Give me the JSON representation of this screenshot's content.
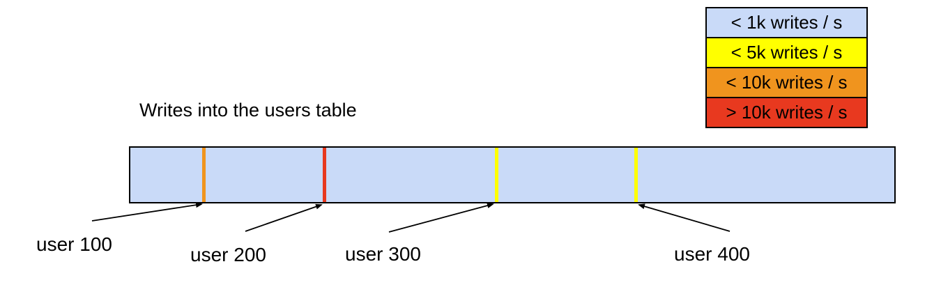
{
  "title": "Writes into the users table",
  "legend": {
    "items": [
      {
        "label": "< 1k writes / s",
        "color": "#c9daf8"
      },
      {
        "label": "< 5k writes / s",
        "color": "#ffff00"
      },
      {
        "label": "< 10k writes / s",
        "color": "#f0941e"
      },
      {
        "label": "> 10k writes / s",
        "color": "#e8391f"
      }
    ]
  },
  "bar": {
    "fill": "#c9daf8",
    "border_color": "#000000"
  },
  "markers": [
    {
      "user": "user 100",
      "rate_class": "< 10k writes / s",
      "color": "#f0941e",
      "left": "9.4%"
    },
    {
      "user": "user 200",
      "rate_class": "> 10k writes / s",
      "color": "#e8391f",
      "left": "25.2%"
    },
    {
      "user": "user 300",
      "rate_class": "< 5k writes / s",
      "color": "#ffff00",
      "left": "47.7%"
    },
    {
      "user": "user 400",
      "rate_class": "< 5k writes / s",
      "color": "#ffff00",
      "left": "66.0%"
    }
  ]
}
